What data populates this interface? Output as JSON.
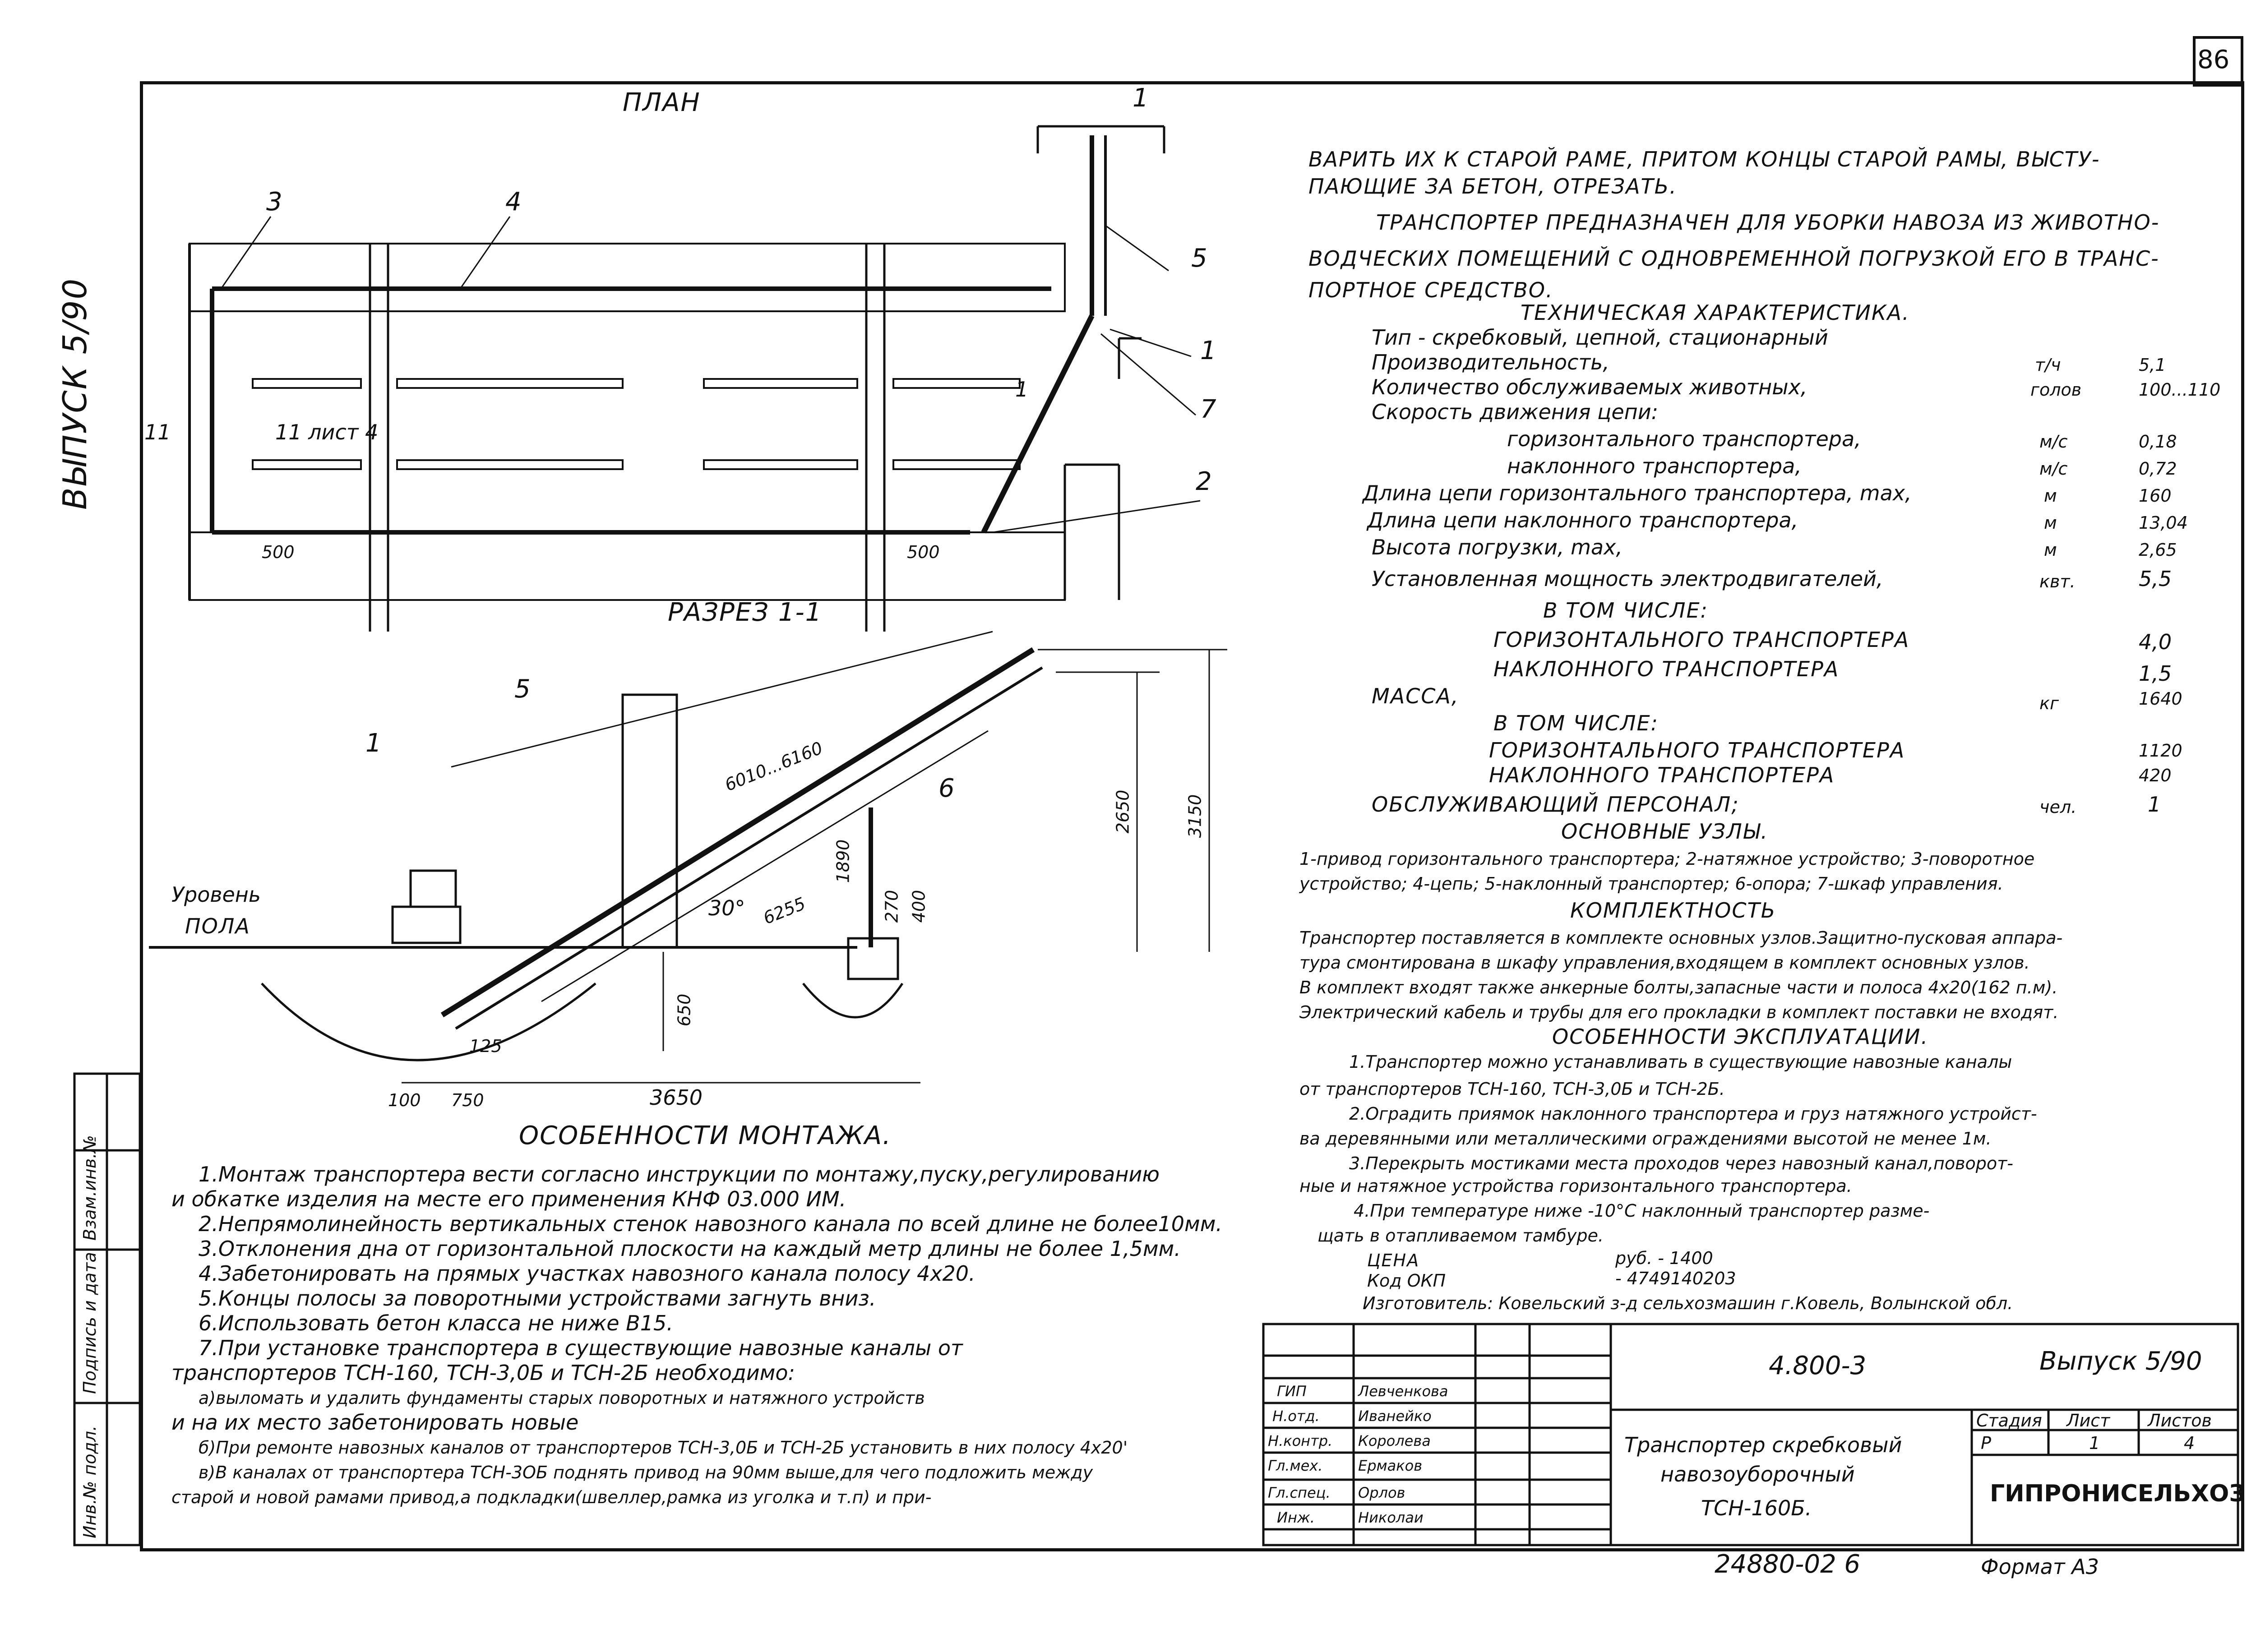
{
  "sheet": {
    "page_number": "86",
    "series_vertical": "Выпуск 5/90"
  },
  "plan": {
    "title": "ПЛАН",
    "callouts": [
      "3",
      "4",
      "5",
      "1",
      "7",
      "2",
      "1",
      "11",
      "11 лист 4",
      "1"
    ],
    "dims": [
      "500",
      "500"
    ]
  },
  "section": {
    "title": "РАЗРЕЗ 1-1",
    "callouts": [
      "5",
      "1",
      "6"
    ],
    "floor_label_1": "Уровень",
    "floor_label_2": "пола",
    "dims": [
      "6010...6160",
      "2650",
      "3150",
      "1890",
      "30°",
      "6255",
      "270",
      "400",
      "650",
      "125",
      "100",
      "750",
      "3650"
    ]
  },
  "notes": {
    "title": "Особенности монтажа.",
    "items": [
      "1.Монтаж транспортера вести согласно инструкции по монтажу,пуску,регулированию",
      "и обкатке изделия на месте его применения КНФ 03.000 ИМ.",
      "2.Непрямолинейность вертикальных стенок навозного канала по всей длине не более10мм.",
      "3.Отклонения дна от горизонтальной плоскости на каждый метр длины не более 1,5мм.",
      "4.Забетонировать на прямых участках навозного канала полосу 4х20.",
      "5.Концы полосы за поворотными устройствами загнуть вниз.",
      "6.Использовать бетон класса не ниже В15.",
      "7.При установке транспортера в существующие навозные каналы от",
      "транспортеров ТСН-160, ТСН-3,0Б и ТСН-2Б необходимо:",
      "а)выломать и удалить фундаменты старых поворотных и натяжного устройств",
      "и на их место забетонировать новые",
      "б)При ремонте навозных каналов от транспортеров ТСН-3,0Б и ТСН-2Б установить в них полосу 4х20'",
      "в)В каналах от транспортера ТСН-3ОБ поднять привод на 90мм выше,для чего подложить между",
      "старой и новой рамами привод,а подкладки(швеллер,рамка из уголка и т.п) и при-"
    ]
  },
  "right_text": {
    "cont": [
      "варить их к старой раме, притом концы старой рамы, высту-",
      "пающие за бетон, отрезать."
    ],
    "purpose": [
      "Транспортер предназначен для уборки навоза из животно-",
      "водческих помещений с одновременной погрузкой его в транс-",
      "портное средство."
    ],
    "specs_title": "Техническая характеристика.",
    "specs": [
      {
        "label": "Тип - скребковый, цепной, стационарный",
        "unit": "",
        "value": ""
      },
      {
        "label": "Производительность,",
        "unit": "т/ч",
        "value": "5,1"
      },
      {
        "label": "Количество обслуживаемых животных,",
        "unit": "голов",
        "value": "100...110"
      },
      {
        "label": "Скорость движения цепи:",
        "unit": "",
        "value": ""
      },
      {
        "label": "горизонтального транспортера,",
        "unit": "м/с",
        "value": "0,18"
      },
      {
        "label": "наклонного транспортера,",
        "unit": "м/с",
        "value": "0,72"
      },
      {
        "label": "Длина цепи горизонтального транспортера, max,",
        "unit": "м",
        "value": "160"
      },
      {
        "label": "Длина цепи наклонного транспортера,",
        "unit": "м",
        "value": "13,04"
      },
      {
        "label": "Высота погрузки, max,",
        "unit": "м",
        "value": "2,65"
      },
      {
        "label": "Установленная мощность электродвигателей,",
        "unit": "квт.",
        "value": "5,5"
      },
      {
        "label": "в том числе:",
        "unit": "",
        "value": ""
      },
      {
        "label": "горизонтального транспортера",
        "unit": "",
        "value": "4,0"
      },
      {
        "label": "наклонного транспортера",
        "unit": "",
        "value": "1,5"
      },
      {
        "label": "Масса,",
        "unit": "кг",
        "value": "1640"
      },
      {
        "label": "в том числе:",
        "unit": "",
        "value": ""
      },
      {
        "label": "горизонтального транспортера",
        "unit": "",
        "value": "1120"
      },
      {
        "label": "наклонного транспортера",
        "unit": "",
        "value": "420"
      },
      {
        "label": "Обслуживающий персонал;",
        "unit": "чел.",
        "value": "1"
      }
    ],
    "nodes_title": "Основные узлы.",
    "nodes": [
      "1-привод горизонтального транспортера; 2-натяжное устройство; 3-поворотное",
      "устройство; 4-цепь; 5-наклонный транспортер; 6-опора; 7-шкаф управления."
    ],
    "kit_title": "Комплектность",
    "kit": [
      "Транспортер поставляется в комплекте основных узлов.Защитно-пусковая аппара-",
      "тура смонтирована в шкафу управления,входящем в комплект основных узлов.",
      "В комплект входят также анкерные болты,запасные части и полоса 4х20(162 п.м).",
      "Электрический кабель и трубы для его прокладки в комплект поставки не входят."
    ],
    "ops_title": "Особенности эксплуатации.",
    "ops": [
      "1.Транспортер можно устанавливать в существующие навозные каналы",
      "от транспортеров ТСН-160, ТСН-3,0Б и ТСН-2Б.",
      "2.Оградить приямок наклонного транспортера и груз натяжного устройст-",
      "ва деревянными или металлическими ограждениями высотой не менее 1м.",
      "3.Перекрыть мостиками места проходов через навозный канал,поворот-",
      "ные и натяжное устройства горизонтального транспортера.",
      "4.При температуре ниже -10°С наклонный транспортер разме-",
      "щать в отапливаемом тамбуре."
    ],
    "price_label": "Цена",
    "price_value": "руб. - 1400",
    "okp_label": "Код ОКП",
    "okp_value": "- 4749140203",
    "maker": "Изготовитель: Ковельский з-д сельхозмашин г.Ковель, Волынской обл."
  },
  "title_block": {
    "doc_code": "4.800-3",
    "issue": "Выпуск 5/90",
    "roles": [
      "ГИП",
      "Н.отд.",
      "Н.контр.",
      "Гл.мех.",
      "Гл.спец.",
      "Инж."
    ],
    "names": [
      "Левченкова",
      "Иванейко",
      "Королева",
      "Ермаков",
      "Орлов",
      "Николаи"
    ],
    "title": [
      "Транспортер скребковый",
      "навозоуборочный",
      "ТСН-160Б."
    ],
    "stage_h": "Стадия",
    "sheet_h": "Лист",
    "sheets_h": "Листов",
    "stage": "Р",
    "sheet": "1",
    "sheets": "4",
    "org": "ГИПРОНИСЕЛЬХОЗ",
    "bottom_code": "24880-02 6",
    "format": "Формат А3"
  },
  "side_stamp": [
    "Инв.№ подл.",
    "Подпись и дата",
    "Взам.инв.№"
  ]
}
